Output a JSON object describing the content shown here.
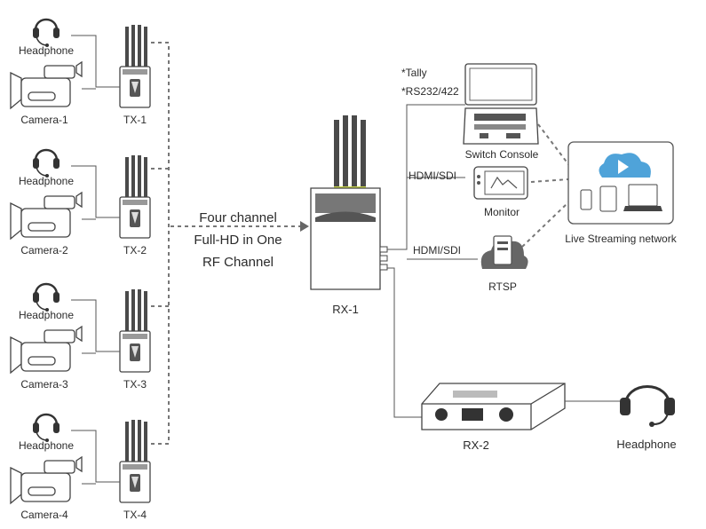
{
  "tx_units": [
    {
      "headphone": "Headphone",
      "camera": "Camera-1",
      "tx": "TX-1"
    },
    {
      "headphone": "Headphone",
      "camera": "Camera-2",
      "tx": "TX-2"
    },
    {
      "headphone": "Headphone",
      "camera": "Camera-3",
      "tx": "TX-3"
    },
    {
      "headphone": "Headphone",
      "camera": "Camera-4",
      "tx": "TX-4"
    }
  ],
  "rf_link": {
    "line1": "Four channel",
    "line2": "Full-HD in One",
    "line3": "RF Channel"
  },
  "rx1": {
    "label": "RX-1"
  },
  "outputs": {
    "tally": "*Tally",
    "rs232": "*RS232/422",
    "switch_console": "Switch Console",
    "hdmi_sdi_monitor": "HDMI/SDI",
    "monitor": "Monitor",
    "hdmi_sdi_rtsp": "HDMI/SDI",
    "rtsp": "RTSP",
    "live_streaming": "Live Streaming network"
  },
  "rx2": {
    "label": "RX-2",
    "headphone": "Headphone"
  }
}
